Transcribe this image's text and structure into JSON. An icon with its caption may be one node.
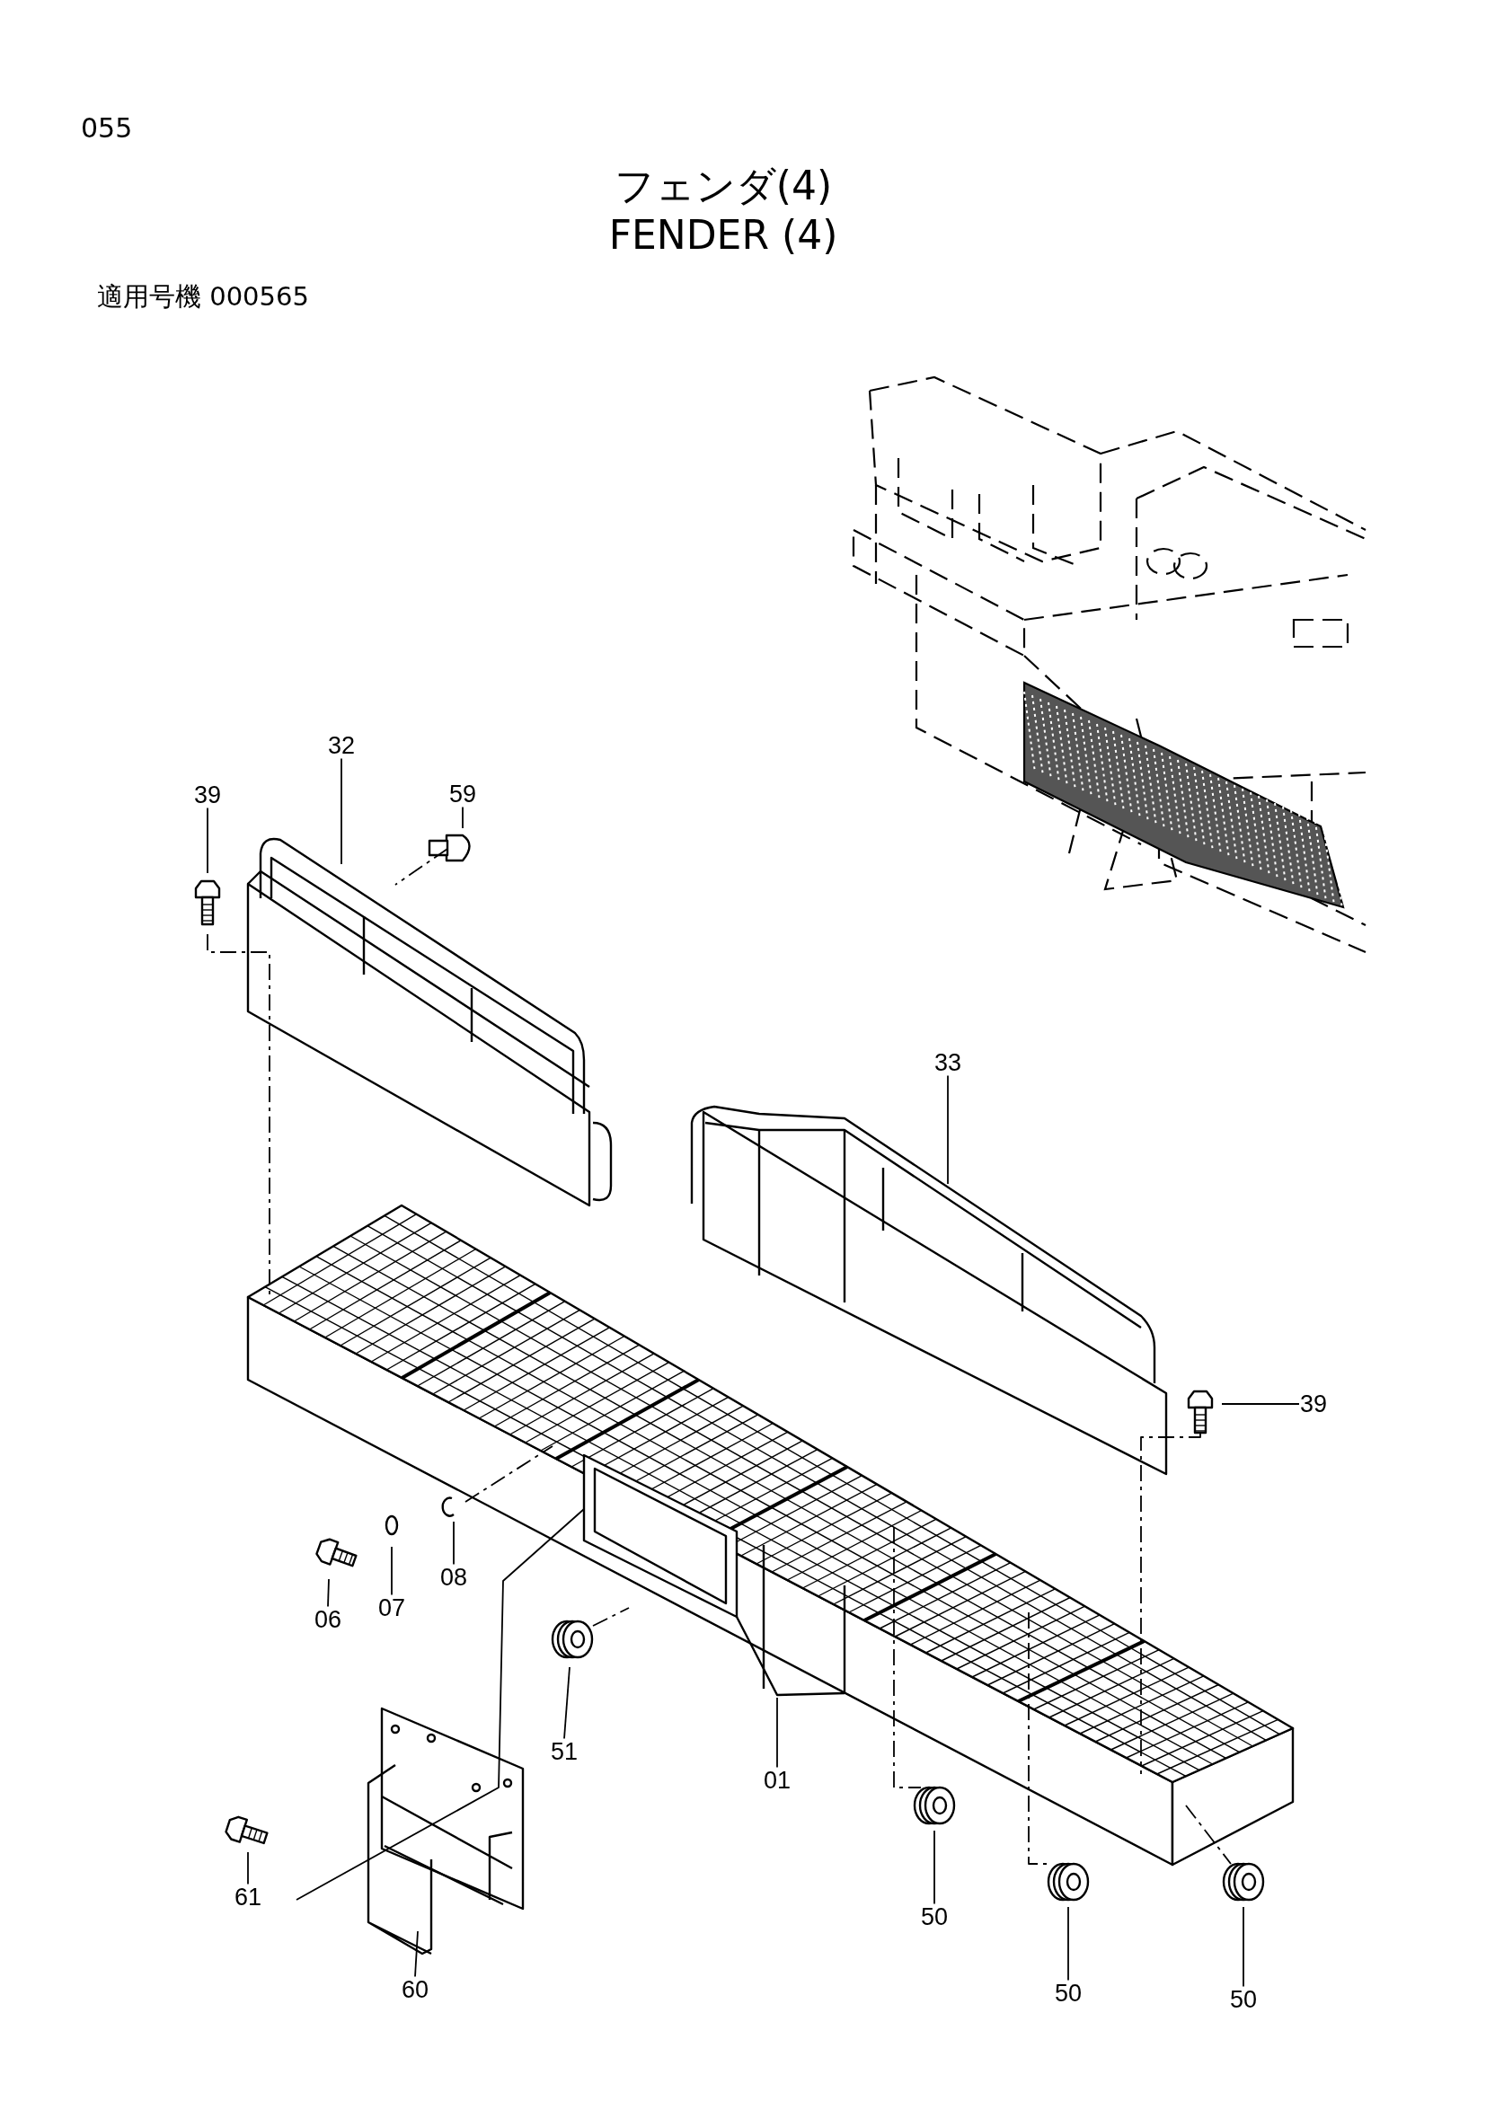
{
  "diagram": {
    "title": "フェンダ(4)",
    "nodes": [
      {
        "text": [
          "32"
        ]
      },
      {
        "text": [
          "39"
        ]
      },
      {
        "text": [
          "59"
        ]
      },
      {
        "text": [
          "33"
        ]
      },
      {
        "text": [
          "39"
        ]
      },
      {
        "text": [
          "06"
        ]
      },
      {
        "text": [
          "07"
        ]
      },
      {
        "text": [
          "08"
        ]
      },
      {
        "text": [
          "51"
        ]
      },
      {
        "text": [
          "01"
        ]
      },
      {
        "text": [
          "61"
        ]
      },
      {
        "text": [
          "60"
        ]
      },
      {
        "text": [
          "50"
        ]
      },
      {
        "text": [
          "50"
        ]
      },
      {
        "text": [
          "50"
        ]
      }
    ],
    "edges": [
      {
        "from": 0,
        "to": null,
        "arrow": "none"
      },
      {
        "from": 1,
        "to": null,
        "arrow": "none"
      },
      {
        "from": 2,
        "to": null,
        "arrow": "none"
      },
      {
        "from": 3,
        "to": null,
        "arrow": "none"
      },
      {
        "from": 4,
        "to": null,
        "arrow": "none"
      },
      {
        "from": 5,
        "to": null,
        "arrow": "none"
      },
      {
        "from": 6,
        "to": null,
        "arrow": "none"
      },
      {
        "from": 7,
        "to": null,
        "arrow": "none"
      },
      {
        "from": 8,
        "to": null,
        "arrow": "none"
      },
      {
        "from": 9,
        "to": null,
        "arrow": "none"
      },
      {
        "from": 10,
        "to": null,
        "arrow": "none"
      },
      {
        "from": 11,
        "to": null,
        "arrow": "none"
      },
      {
        "from": 12,
        "to": null,
        "arrow": "none"
      },
      {
        "from": 13,
        "to": null,
        "arrow": "none"
      },
      {
        "from": 14,
        "to": null,
        "arrow": "none"
      }
    ],
    "labels": [
      "055",
      "FENDER (4)",
      "適用号機 000565"
    ]
  }
}
